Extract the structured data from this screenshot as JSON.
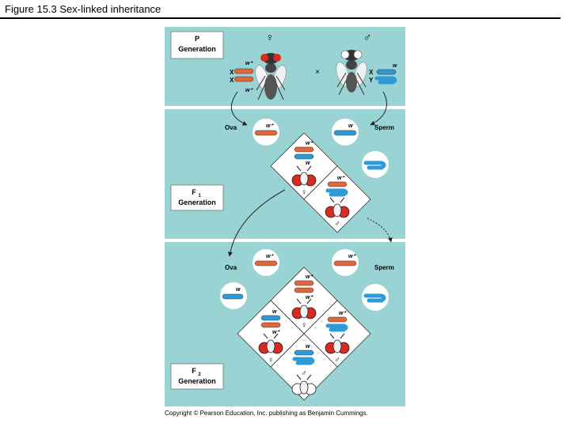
{
  "slide": {
    "title": "Figure 15.3  Sex-linked inheritance",
    "copyright": "Copyright © Pearson Education, Inc. publishing as Benjamin Cummings."
  },
  "colors": {
    "panel": "#99d3d3",
    "x_wild": "#e0663c",
    "x_white": "#2f9ad8",
    "y_chromosome": "#2f9ad8",
    "red_eye": "#d82a20",
    "diagram_fill": "#ffffff"
  },
  "p_generation": {
    "label_line1": "P",
    "label_line2": "Generation",
    "female_symbol": "♀",
    "male_symbol": "♂",
    "cross": "×",
    "female_chrom_label_1": "X",
    "female_chrom_label_2": "X",
    "female_allele_top": "w⁺",
    "female_allele_bottom": "w⁺",
    "male_chrom_label_x": "X",
    "male_chrom_label_y": "Y",
    "male_allele": "w"
  },
  "f1_generation": {
    "label_line1": "F",
    "label_sub": "1",
    "label_line2": "Generation",
    "ova_label": "Ova",
    "sperm_label": "Sperm",
    "ova_allele": "w⁺",
    "sperm_allele": "w",
    "female_cell_top_allele": "w⁺",
    "female_cell_bottom_allele": "w",
    "female_symbol": "♀",
    "male_cell_allele": "w⁺",
    "male_symbol": "♂"
  },
  "f2_generation": {
    "label_line1": "F",
    "label_sub": "2",
    "label_line2": "Generation",
    "ova_label": "Ova",
    "sperm_label": "Sperm",
    "ova_allele_top": "w⁺",
    "ova_allele_side": "w",
    "sperm_allele_top": "w⁺",
    "top_cell_allele_1": "w⁺",
    "top_cell_allele_2": "w⁺",
    "top_cell_symbol": "♀",
    "left_cell_allele_1": "w",
    "left_cell_allele_2": "w⁺",
    "left_cell_symbol": "♀",
    "right_cell_allele": "w⁺",
    "right_cell_symbol": "♂",
    "bottom_cell_allele": "w",
    "bottom_cell_symbol": "♂"
  }
}
